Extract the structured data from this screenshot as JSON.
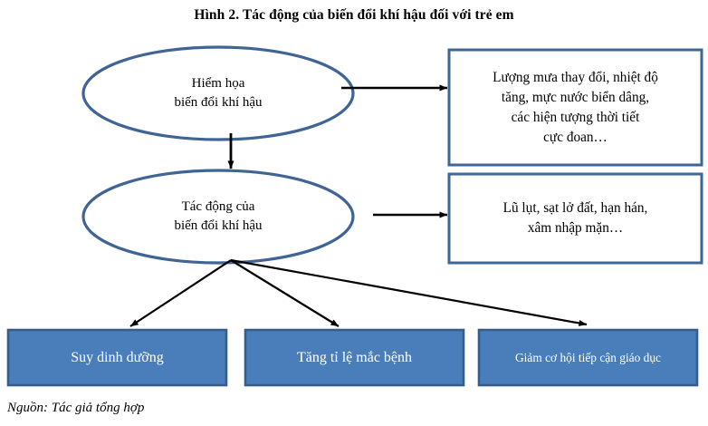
{
  "figure": {
    "title": "Hình 2. Tác động của biến đổi khí hậu đối với trẻ em",
    "source": "Nguồn: Tác giả tổng hợp"
  },
  "colors": {
    "ellipse_stroke": "#3f6495",
    "rect_stroke": "#3f6699",
    "box_fill": "#4a7ebb",
    "box_stroke": "#385d8a",
    "arrow": "#000000",
    "box_text": "#ffffff",
    "text": "#000000",
    "background": "#ffffff"
  },
  "nodes": {
    "hazard_oval": {
      "label": "Hiểm họa biến đổi khí hậu",
      "lines": [
        "Hiểm họa",
        "biến đổi khí hậu"
      ],
      "shape": "ellipse"
    },
    "impact_oval": {
      "label": "Tác động của biến đổi khí hậu",
      "lines": [
        "Tác động của",
        "biến đổi khí hậu"
      ],
      "shape": "ellipse"
    },
    "hazard_detail_box": {
      "label": "Lượng mưa thay đổi, nhiệt độ tăng, mực nước biển dâng, các hiện tượng thời tiết cực đoan…",
      "lines": [
        "Lượng mưa thay đổi, nhiệt độ",
        "tăng, mực nước biển dâng,",
        "các hiện tượng thời tiết",
        "cực đoan…"
      ],
      "shape": "rectangle-outline"
    },
    "impact_detail_box": {
      "label": "Lũ lụt, sạt lở đất, hạn hán, xâm nhập mặn…",
      "lines": [
        "Lũ lụt, sạt lở đất, hạn hán,",
        "xâm nhập mặn…"
      ],
      "shape": "rectangle-outline"
    },
    "outcome_1": {
      "label": "Suy dinh dưỡng",
      "shape": "rectangle-filled"
    },
    "outcome_2": {
      "label": "Tăng tỉ lệ mắc bệnh",
      "shape": "rectangle-filled"
    },
    "outcome_3": {
      "label": "Giảm cơ hội tiếp cận giáo dục",
      "shape": "rectangle-filled"
    }
  },
  "connectors": [
    {
      "name": "hazard-to-hazard-detail",
      "from": "hazard_oval",
      "to": "hazard_detail_box",
      "direction": "right"
    },
    {
      "name": "hazard-to-impact",
      "from": "hazard_oval",
      "to": "impact_oval",
      "direction": "down"
    },
    {
      "name": "impact-to-impact-detail",
      "from": "impact_oval",
      "to": "impact_detail_box",
      "direction": "right"
    },
    {
      "name": "impact-to-outcome-1",
      "from": "impact_oval",
      "to": "outcome_1",
      "direction": "down-left"
    },
    {
      "name": "impact-to-outcome-2",
      "from": "impact_oval",
      "to": "outcome_2",
      "direction": "down"
    },
    {
      "name": "impact-to-outcome-3",
      "from": "impact_oval",
      "to": "outcome_3",
      "direction": "down-right"
    }
  ]
}
